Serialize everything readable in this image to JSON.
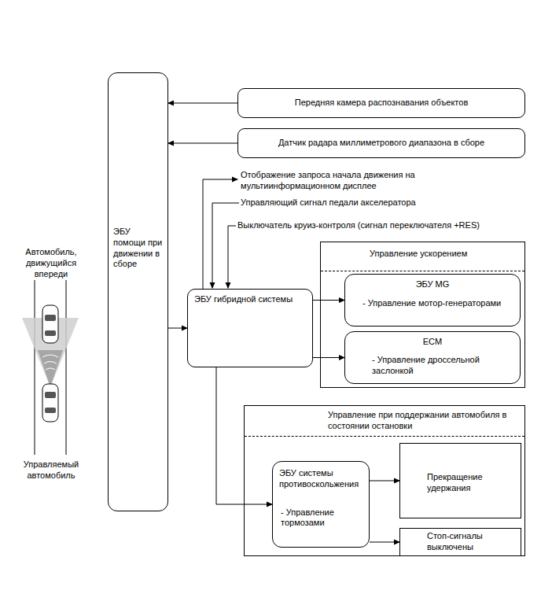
{
  "diagram": {
    "nodes": [
      {
        "text": [
          "ЭБУ помощи при движении в сборе"
        ]
      },
      {
        "text": [
          "Передняя камера распознавания объектов"
        ]
      },
      {
        "text": [
          "Датчик радара миллиметрового диапазона в сборе"
        ]
      },
      {
        "text": [
          "ЭБУ гибридной системы"
        ]
      },
      {
        "text": [
          "Управление ускорением"
        ]
      },
      {
        "text": [
          "ЭБУ MG",
          "- Управление мотор-генераторами"
        ],
        "in": 4
      },
      {
        "text": [
          "ECM",
          "- Управление дроссельной заслонкой"
        ],
        "in": 4
      },
      {
        "text": [
          "Управление при поддержании автомобиля в состоянии остановки"
        ]
      },
      {
        "text": [
          "ЭБУ системы противоскольжения",
          "- Управление тормозами"
        ],
        "in": 7
      },
      {
        "text": [
          "Прекращение удержания"
        ],
        "in": 7
      },
      {
        "text": [
          "Стоп-сигналы выключены"
        ],
        "in": 7
      }
    ],
    "edges": [
      {
        "from": 1,
        "to": 0,
        "arrow": "to"
      },
      {
        "from": 2,
        "to": 0,
        "arrow": "to"
      },
      {
        "from": 0,
        "to": 3,
        "arrow": "to"
      },
      {
        "from": 3,
        "to": 5,
        "arrow": "to"
      },
      {
        "from": 3,
        "to": 6,
        "arrow": "to"
      },
      {
        "from": 3,
        "to": 8,
        "arrow": "to"
      },
      {
        "from": 8,
        "to": 9,
        "arrow": "to"
      },
      {
        "from": 8,
        "to": 10,
        "arrow": "to"
      }
    ],
    "labels": [
      "Отображение запроса начала движения на мультиинформационном дисплее",
      "Управляющий сигнал педали акселератора",
      "Выключатель круиз-контроля (сигнал переключателя +RES)",
      "Автомобиль, движущийся впереди",
      "Управляемый автомобиль"
    ]
  }
}
